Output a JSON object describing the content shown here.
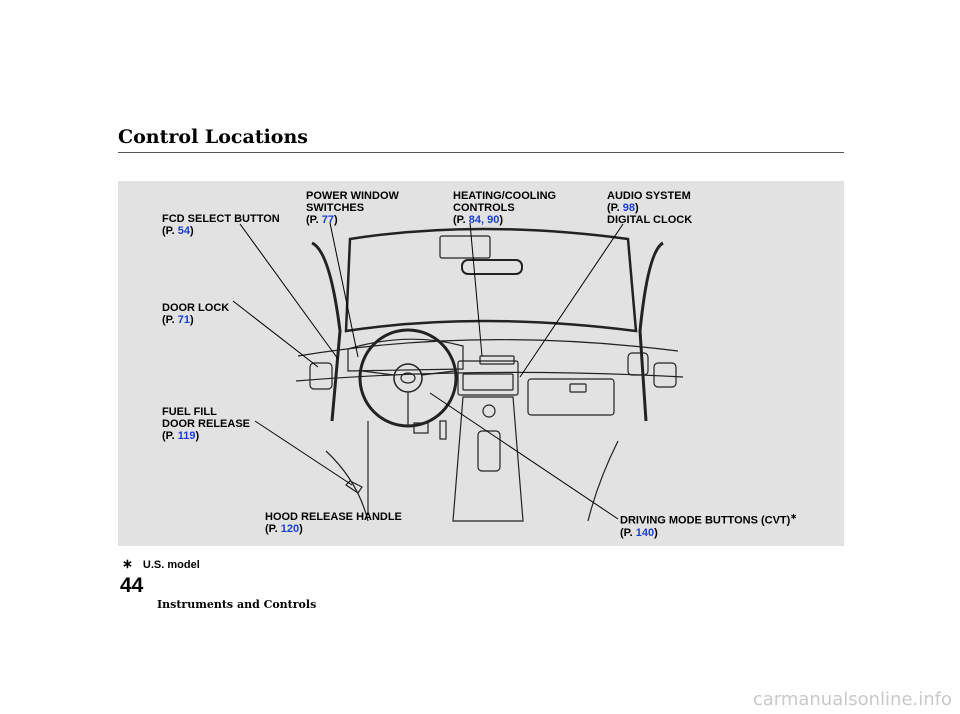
{
  "page": {
    "title": "Control Locations",
    "footnote_symbol": "∗",
    "footnote_text": "U.S. model",
    "page_number": "44",
    "section": "Instruments and Controls",
    "watermark": "carmanualsonline.info"
  },
  "callouts": {
    "power_window": {
      "line1": "POWER WINDOW",
      "line2": "SWITCHES",
      "prefix": "(P.",
      "page": "77",
      "suffix": ")"
    },
    "heating": {
      "line1": "HEATING/COOLING",
      "line2": "CONTROLS",
      "prefix": "(P.",
      "page1": "84",
      "sep": ",",
      "page2": "90",
      "suffix": ")"
    },
    "audio": {
      "line1": "AUDIO SYSTEM",
      "prefix": "(P.",
      "page": "98",
      "suffix": ")"
    },
    "clock": {
      "line1": "DIGITAL CLOCK"
    },
    "fcd": {
      "line1": "FCD SELECT BUTTON",
      "prefix": "(P.",
      "page": "54",
      "suffix": ")"
    },
    "door_lock": {
      "line1": "DOOR LOCK",
      "prefix": "(P.",
      "page": "71",
      "suffix": ")"
    },
    "fuel": {
      "line1": "FUEL FILL",
      "line2": "DOOR RELEASE",
      "prefix": "(P.",
      "page": "119",
      "suffix": ")"
    },
    "hood": {
      "line1": "HOOD RELEASE HANDLE",
      "prefix": "(P.",
      "page": "120",
      "suffix": ")"
    },
    "driving": {
      "line1": "DRIVING MODE BUTTONS (CVT)",
      "mark": "∗",
      "prefix": "(P.",
      "page": "140",
      "suffix": ")"
    }
  },
  "colors": {
    "link": "#1a3fd0",
    "panel": "#e2e2e2"
  }
}
